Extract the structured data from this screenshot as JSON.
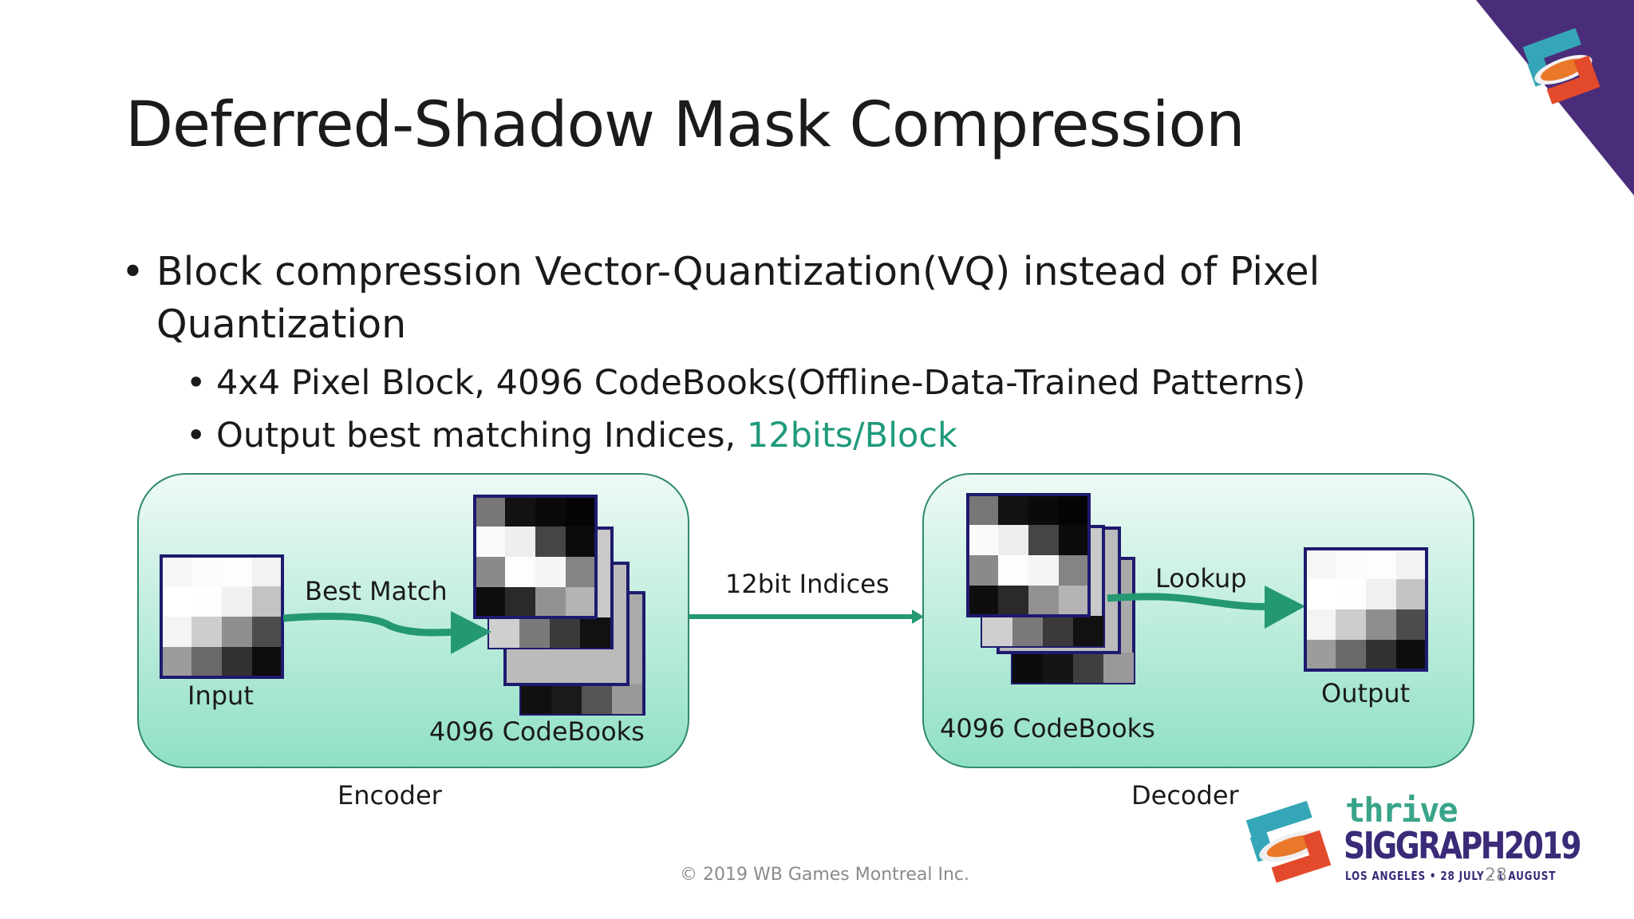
{
  "slide": {
    "title": "Deferred-Shadow Mask Compression",
    "bullet_main": "Block compression Vector-Quantization(VQ) instead of Pixel Quantization",
    "sub_bullets": [
      {
        "text": "4x4 Pixel Block, 4096 CodeBooks(Offline-Data-Trained Patterns)",
        "highlight": ""
      },
      {
        "text": "Output best matching Indices, ",
        "highlight": "12bits/Block"
      }
    ],
    "bullet_glyph": "•",
    "accent_color": "#1f9a7c"
  },
  "diagram": {
    "encoder": {
      "input_label": "Input",
      "arrow_label": "Best Match",
      "codebooks_label": "4096 CodeBooks",
      "caption": "Encoder"
    },
    "link_label": "12bit Indices",
    "decoder": {
      "codebooks_label": "4096 CodeBooks",
      "arrow_label": "Lookup",
      "output_label": "Output",
      "caption": "Decoder"
    },
    "block_pixels_input": [
      [
        "#f6f6f6",
        "#fbfbfb",
        "#fdfdfd",
        "#f2f2f2"
      ],
      [
        "#ffffff",
        "#fefefe",
        "#f0f0f0",
        "#c3c3c3"
      ],
      [
        "#f4f4f4",
        "#cdcdcd",
        "#8e8e8e",
        "#4c4c4c"
      ],
      [
        "#9c9c9c",
        "#6a6a6a",
        "#313131",
        "#0d0d0d"
      ]
    ],
    "block_pixels_codebook": [
      [
        "#777777",
        "#121212",
        "#0a0a0a",
        "#050505"
      ],
      [
        "#fafafa",
        "#eeeeee",
        "#454545",
        "#0c0c0c"
      ],
      [
        "#8a8a8a",
        "#fdfdfd",
        "#f5f5f5",
        "#848484"
      ],
      [
        "#0e0e0e",
        "#2a2a2a",
        "#929292",
        "#b4b4b4"
      ]
    ]
  },
  "footer": {
    "copyright": "© 2019 WB Games Montreal Inc.",
    "brand_tagline": "thrive",
    "brand_name": "SIGGRAPH2019",
    "brand_location": "LOS ANGELES • 28 JULY - 1 AUGUST",
    "page_number": "28"
  }
}
